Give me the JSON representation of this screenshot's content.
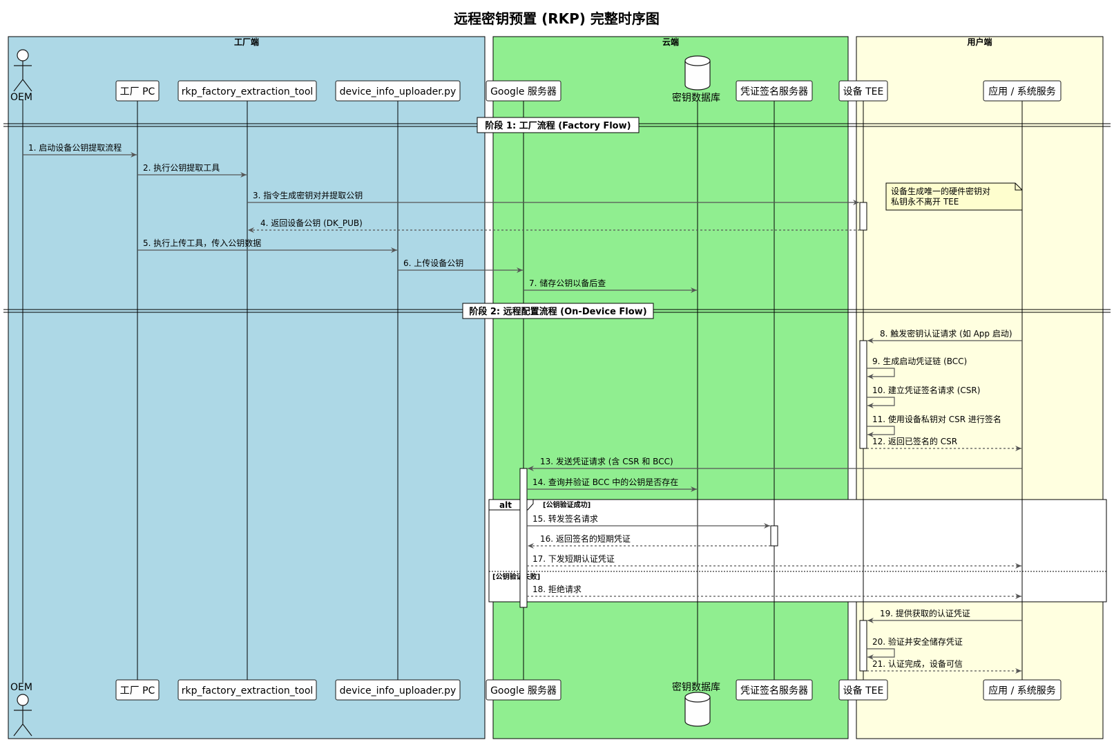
{
  "title": "远程密钥预置 (RKP) 完整时序图",
  "groups": [
    {
      "id": "factory",
      "label": "工厂端",
      "color": "#add8e6"
    },
    {
      "id": "cloud",
      "label": "云端",
      "color": "#90ee90"
    },
    {
      "id": "user",
      "label": "用户端",
      "color": "#ffffe0"
    }
  ],
  "participants": [
    {
      "id": "oem",
      "label": "OEM",
      "kind": "actor"
    },
    {
      "id": "pc",
      "label": "工厂 PC",
      "kind": "box"
    },
    {
      "id": "tool",
      "label": "rkp_factory_extraction_tool",
      "kind": "box"
    },
    {
      "id": "uploader",
      "label": "device_info_uploader.py",
      "kind": "box"
    },
    {
      "id": "google",
      "label": "Google 服务器",
      "kind": "box"
    },
    {
      "id": "db",
      "label": "密钥数据库",
      "kind": "database"
    },
    {
      "id": "signer",
      "label": "凭证签名服务器",
      "kind": "box"
    },
    {
      "id": "tee",
      "label": "设备 TEE",
      "kind": "box"
    },
    {
      "id": "app",
      "label": "应用 / 系统服务",
      "kind": "box"
    }
  ],
  "dividers": [
    {
      "label": "阶段 1: 工厂流程 (Factory Flow)"
    },
    {
      "label": "阶段 2: 远程配置流程 (On-Device Flow)"
    }
  ],
  "messages": [
    {
      "from": "oem",
      "to": "pc",
      "label": "1. 启动设备公钥提取流程",
      "style": "solid"
    },
    {
      "from": "pc",
      "to": "tool",
      "label": "2. 执行公钥提取工具",
      "style": "solid"
    },
    {
      "from": "tool",
      "to": "tee",
      "label": "3. 指令生成密钥对并提取公钥",
      "style": "solid"
    },
    {
      "from": "tee",
      "to": "tool",
      "label": "4. 返回设备公钥 (DK_PUB)",
      "style": "dashed"
    },
    {
      "from": "pc",
      "to": "uploader",
      "label": "5. 执行上传工具，传入公钥数据",
      "style": "solid"
    },
    {
      "from": "uploader",
      "to": "google",
      "label": "6. 上传设备公钥",
      "style": "solid"
    },
    {
      "from": "google",
      "to": "db",
      "label": "7. 储存公钥以备后查",
      "style": "solid"
    },
    {
      "from": "app",
      "to": "tee",
      "label": "8. 触发密钥认证请求 (如 App 启动)",
      "style": "solid"
    },
    {
      "from": "tee",
      "to": "tee",
      "label": "9. 生成启动凭证链 (BCC)",
      "style": "solid"
    },
    {
      "from": "tee",
      "to": "tee",
      "label": "10. 建立凭证签名请求 (CSR)",
      "style": "solid"
    },
    {
      "from": "tee",
      "to": "tee",
      "label": "11. 使用设备私钥对 CSR 进行签名",
      "style": "solid"
    },
    {
      "from": "tee",
      "to": "app",
      "label": "12. 返回已签名的 CSR",
      "style": "dashed"
    },
    {
      "from": "app",
      "to": "google",
      "label": "13. 发送凭证请求 (含 CSR 和 BCC)",
      "style": "solid"
    },
    {
      "from": "google",
      "to": "db",
      "label": "14. 查询并验证 BCC 中的公钥是否存在",
      "style": "solid"
    },
    {
      "from": "google",
      "to": "signer",
      "label": "15. 转发签名请求",
      "style": "solid"
    },
    {
      "from": "signer",
      "to": "google",
      "label": "16. 返回签名的短期凭证",
      "style": "dashed"
    },
    {
      "from": "google",
      "to": "app",
      "label": "17. 下发短期认证凭证",
      "style": "dashed"
    },
    {
      "from": "google",
      "to": "app",
      "label": "18. 拒绝请求",
      "style": "dashed"
    },
    {
      "from": "app",
      "to": "tee",
      "label": "19. 提供获取的认证凭证",
      "style": "solid"
    },
    {
      "from": "tee",
      "to": "tee",
      "label": "20. 验证并安全储存凭证",
      "style": "solid"
    },
    {
      "from": "tee",
      "to": "app",
      "label": "21. 认证完成，设备可信",
      "style": "dashed"
    }
  ],
  "note": {
    "lines": [
      "设备生成唯一的硬件密钥对",
      "私钥永不离开 TEE"
    ]
  },
  "alt": {
    "keyword": "alt",
    "guard1": "[公钥验证成功]",
    "guard2": "[公钥验证失败]"
  }
}
